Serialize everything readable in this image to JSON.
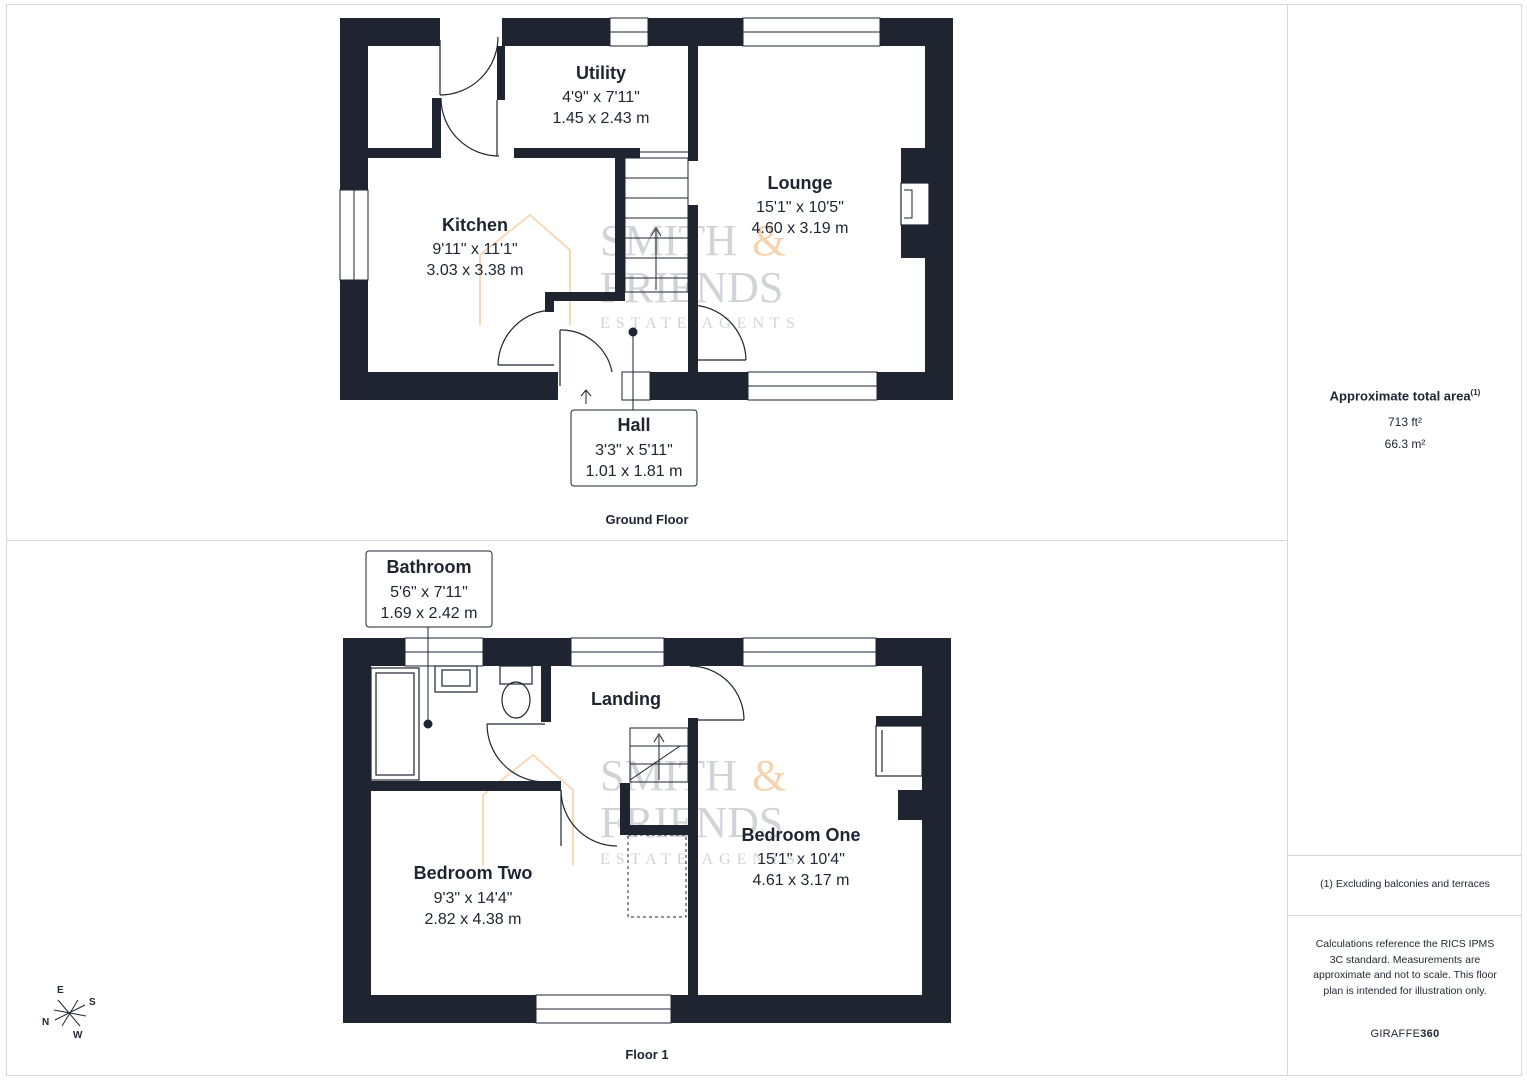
{
  "floors": [
    {
      "label": "Ground Floor",
      "rooms": [
        {
          "name": "Utility",
          "imperial": "4'9\" x 7'11\"",
          "metric": "1.45 x 2.43 m"
        },
        {
          "name": "Lounge",
          "imperial": "15'1\" x 10'5\"",
          "metric": "4.60 x 3.19 m"
        },
        {
          "name": "Kitchen",
          "imperial": "9'11\" x 11'1\"",
          "metric": "3.03 x 3.38 m"
        },
        {
          "name": "Hall",
          "imperial": "3'3\" x 5'11\"",
          "metric": "1.01 x 1.81 m"
        }
      ]
    },
    {
      "label": "Floor 1",
      "rooms": [
        {
          "name": "Bathroom",
          "imperial": "5'6\" x 7'11\"",
          "metric": "1.69 x 2.42 m"
        },
        {
          "name": "Landing",
          "imperial": "",
          "metric": ""
        },
        {
          "name": "Bedroom One",
          "imperial": "15'1\" x 10'4\"",
          "metric": "4.61 x 3.17 m"
        },
        {
          "name": "Bedroom Two",
          "imperial": "9'3\" x 14'4\"",
          "metric": "2.82 x 4.38 m"
        }
      ]
    }
  ],
  "watermark": {
    "line1": "SMITH",
    "amp": "&",
    "line2": "FRIENDS",
    "line3": "ESTATE AGENTS"
  },
  "compass": {
    "e": "E",
    "s": "S",
    "n": "N",
    "w": "W"
  },
  "sidebar": {
    "area_title": "Approximate total area",
    "area_footnote_marker": "(1)",
    "area_ft": "713 ft²",
    "area_m": "66.3 m²",
    "footnote": "(1) Excluding balconies and terraces",
    "disclaimer": "Calculations reference the RICS IPMS 3C standard. Measurements are approximate and not to scale. This floor plan is intended for illustration only.",
    "brand_light": "GIRAFFE",
    "brand_bold": "360"
  },
  "colors": {
    "wall": "#1e2530",
    "watermark_accent": "#f3c99a",
    "watermark_grey": "#9aa0a8"
  }
}
